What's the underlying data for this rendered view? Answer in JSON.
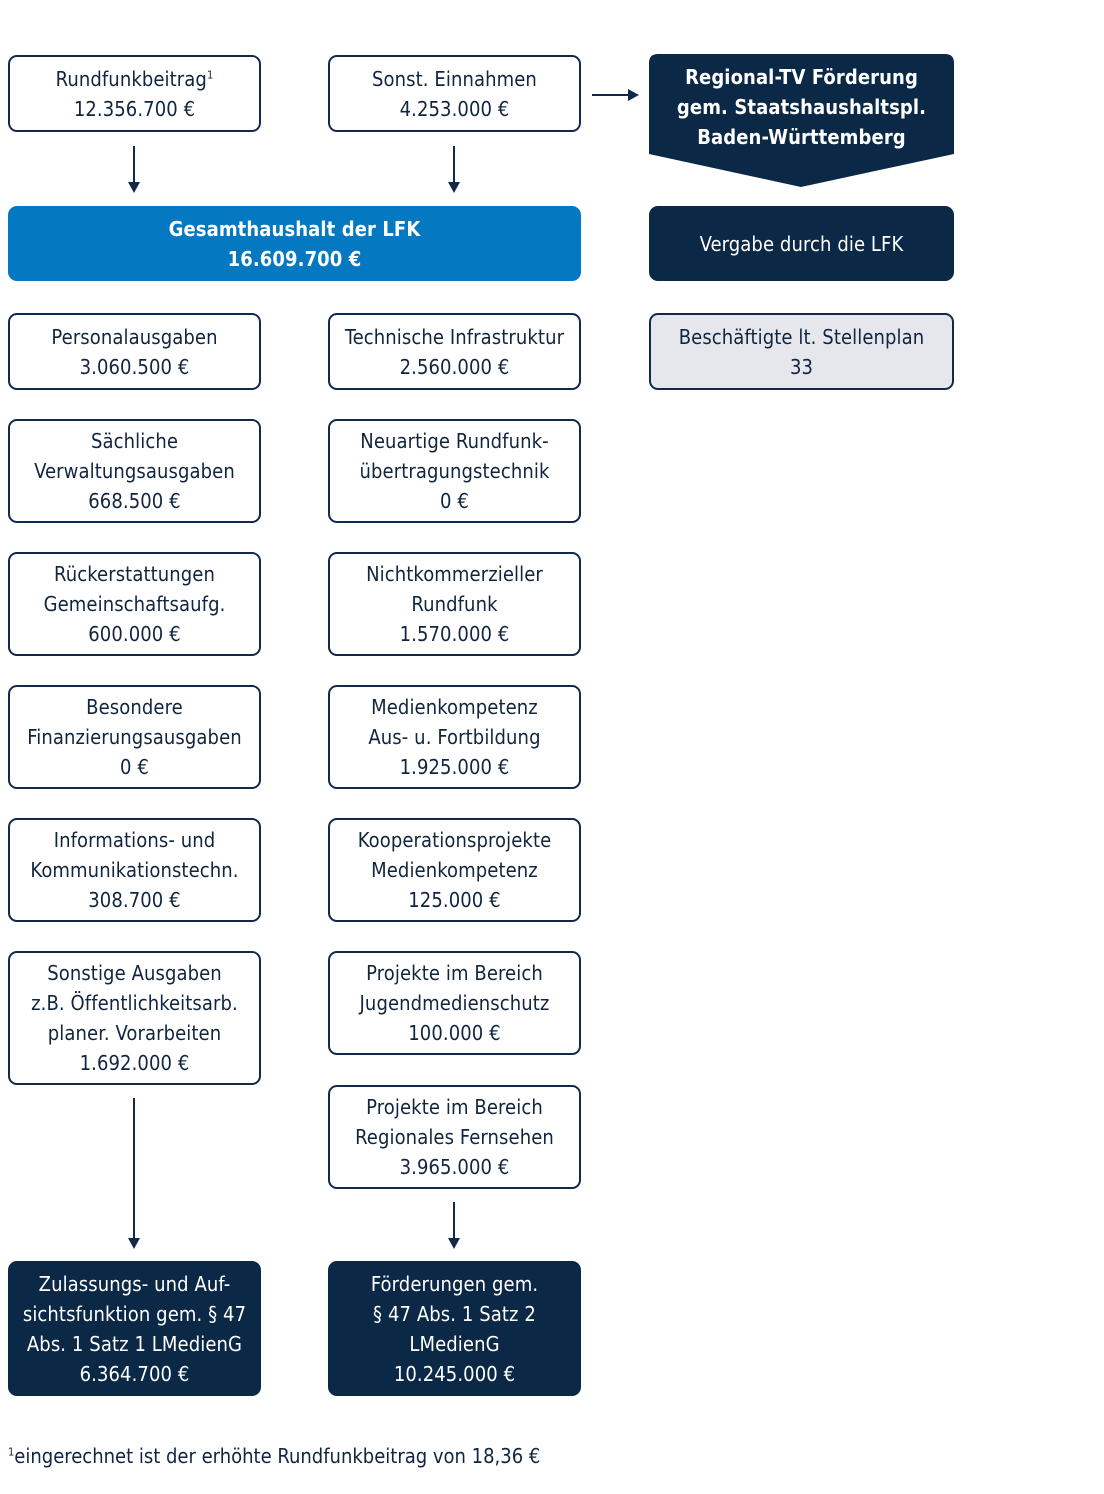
{
  "income": {
    "rundfunkbeitrag": {
      "label": "Rundfunkbeitrag",
      "footnote_ref": "1",
      "amount": "12.356.700 €"
    },
    "sonst_einnahmen": {
      "label": "Sonst. Einnahmen",
      "amount": "4.253.000 €"
    }
  },
  "regional_tv": {
    "line1": "Regional-TV Förderung",
    "line2": "gem. Staatshaushaltspl.",
    "line3": "Baden-Württemberg"
  },
  "total": {
    "label": "Gesamthaushalt der LFK",
    "amount": "16.609.700 €"
  },
  "vergabe": {
    "label": "Vergabe durch die LFK"
  },
  "staff": {
    "label": "Beschäftigte lt. Stellenplan",
    "value": "33"
  },
  "left_column": [
    {
      "lines": [
        "Personalausgaben"
      ],
      "amount": "3.060.500 €"
    },
    {
      "lines": [
        "Sächliche",
        "Verwaltungsausgaben"
      ],
      "amount": "668.500 €"
    },
    {
      "lines": [
        "Rückerstattungen",
        "Gemeinschaftsaufg."
      ],
      "amount": "600.000 €"
    },
    {
      "lines": [
        "Besondere",
        "Finanzierungsausgaben"
      ],
      "amount": "0 €"
    },
    {
      "lines": [
        "Informations- und",
        "Kommunikationstechn."
      ],
      "amount": "308.700 €"
    },
    {
      "lines": [
        "Sonstige Ausgaben",
        "z.B. Öffentlichkeitsarb.",
        "planer. Vorarbeiten"
      ],
      "amount": "1.692.000 €"
    }
  ],
  "right_column": [
    {
      "lines": [
        "Technische Infrastruktur"
      ],
      "amount": "2.560.000 €"
    },
    {
      "lines": [
        "Neuartige Rundfunk-",
        "übertragungstechnik"
      ],
      "amount": "0 €"
    },
    {
      "lines": [
        "Nichtkommerzieller",
        "Rundfunk"
      ],
      "amount": "1.570.000 €"
    },
    {
      "lines": [
        "Medienkompetenz",
        "Aus- u. Fortbildung"
      ],
      "amount": "1.925.000 €"
    },
    {
      "lines": [
        "Kooperationsprojekte",
        "Medienkompetenz"
      ],
      "amount": "125.000 €"
    },
    {
      "lines": [
        "Projekte im Bereich",
        "Jugendmedienschutz"
      ],
      "amount": "100.000 €"
    },
    {
      "lines": [
        "Projekte im Bereich",
        "Regionales Fernsehen"
      ],
      "amount": "3.965.000 €"
    }
  ],
  "results": {
    "left": {
      "lines": [
        "Zulassungs- und Auf-",
        "sichtsfunktion gem. § 47",
        "Abs. 1 Satz 1 LMedienG"
      ],
      "amount": "6.364.700 €"
    },
    "right": {
      "lines": [
        "Förderungen gem.",
        "§ 47 Abs. 1 Satz 2",
        "LMedienG"
      ],
      "amount": "10.245.000 €"
    }
  },
  "footnote": {
    "marker": "1",
    "text": "eingerechnet ist der erhöhte Rundfunkbeitrag von 18,36 €"
  },
  "colors": {
    "dark_navy": "#0b2847",
    "accent_blue": "#0479c1",
    "light_gray": "#e6e7ec",
    "border": "#13294b"
  }
}
